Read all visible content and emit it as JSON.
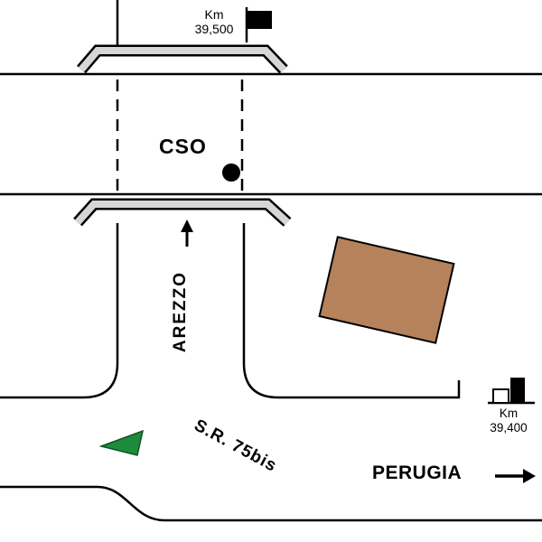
{
  "map": {
    "top_marker": {
      "label": "Km",
      "value": "39,500"
    },
    "bottom_marker": {
      "label": "Km",
      "value": "39,400"
    },
    "cso_label": "CSO",
    "arezzo_label": "AREZZO",
    "road_label": "S.R. 75bis",
    "perugia_label": "PERUGIA"
  },
  "icons": {
    "top_flag": "black-flag",
    "arezzo_arrow": "arrow-up",
    "perugia_arrow": "arrow-right",
    "bottom_house": "roadhouse-building",
    "green_marker": "green-pennant"
  },
  "colors": {
    "background": "#ffffff",
    "ink": "#000000",
    "bridge_fill": "#d6d6d6",
    "building_fill": "#b5825c",
    "marker_green": "#1e8a3c"
  }
}
